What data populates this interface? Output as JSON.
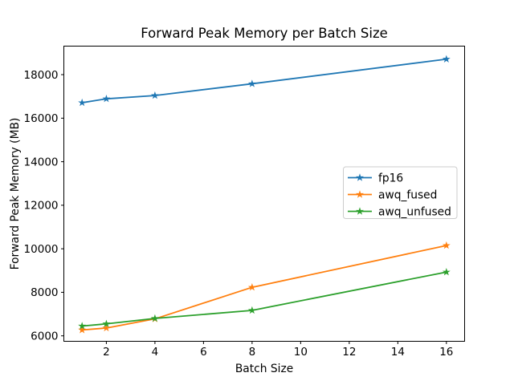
{
  "chart_data": {
    "type": "line",
    "title": "Forward Peak Memory per Batch Size",
    "xlabel": "Batch Size",
    "ylabel": "Forward Peak Memory (MB)",
    "x": [
      1,
      2,
      4,
      8,
      16
    ],
    "series": [
      {
        "name": "fp16",
        "color": "#1f77b4",
        "values": [
          16710,
          16890,
          17040,
          17580,
          18710
        ]
      },
      {
        "name": "awq_fused",
        "color": "#ff7f0e",
        "values": [
          6270,
          6360,
          6780,
          8230,
          10150
        ]
      },
      {
        "name": "awq_unfused",
        "color": "#2ca02c",
        "values": [
          6450,
          6550,
          6800,
          7170,
          8930
        ]
      }
    ],
    "xticks": [
      2,
      4,
      6,
      8,
      10,
      12,
      14,
      16
    ],
    "yticks": [
      6000,
      8000,
      10000,
      12000,
      14000,
      16000,
      18000
    ],
    "xlim": [
      0.25,
      16.75
    ],
    "ylim": [
      5750,
      19310
    ],
    "marker": "star",
    "line_width": 1.8,
    "grid": false,
    "legend_position": "center-right",
    "background_color": "#ffffff",
    "spine_color": "#000000",
    "legend_border_color": "#cccccc"
  }
}
